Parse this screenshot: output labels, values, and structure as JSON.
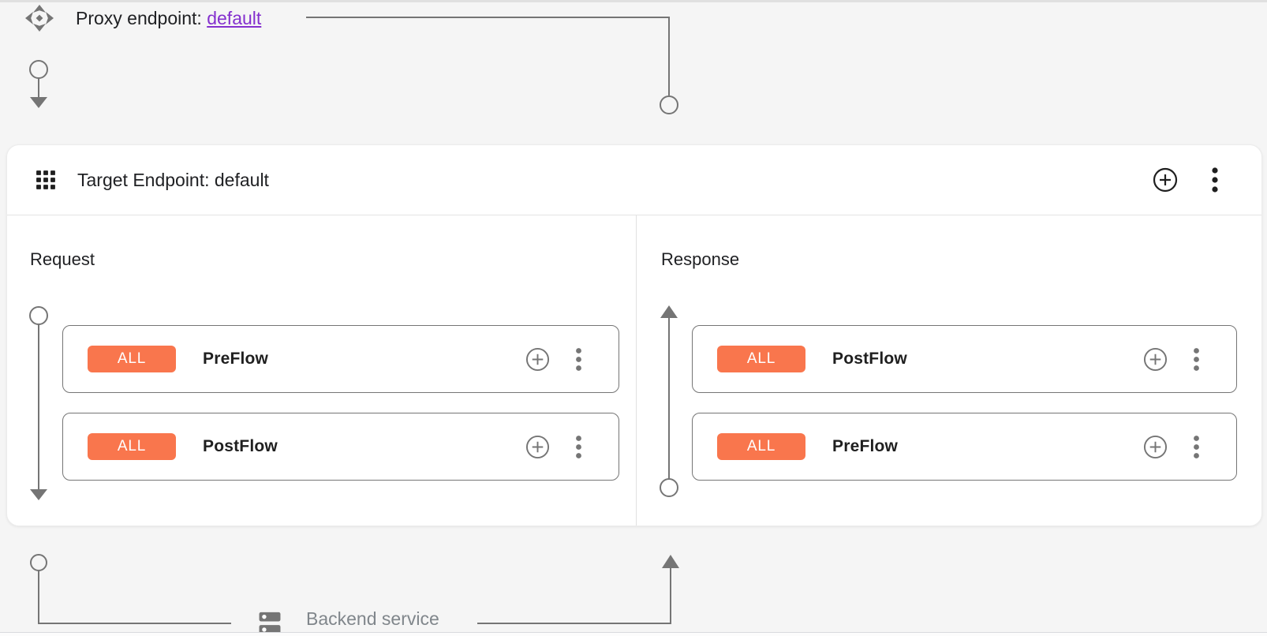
{
  "colors": {
    "background": "#F5F5F5",
    "card_background": "#FFFFFF",
    "badge_orange": "#F9764D",
    "link_purple": "#8430CE",
    "connector_gray": "#757575",
    "divider_gray": "#E0E0E0",
    "text_dark": "#202124",
    "text_muted": "#80868B"
  },
  "proxy_row": {
    "icon": "proxy-endpoint-icon",
    "label": "Proxy endpoint: ",
    "link_text": "default"
  },
  "target_card": {
    "icon": "grid-apps-icon",
    "title": "Target Endpoint: default",
    "add_action_icon": "add-circle-icon",
    "menu_action_icon": "kebab-menu-icon"
  },
  "request_panel": {
    "title": "Request",
    "flows": [
      {
        "badge": "ALL",
        "name": "PreFlow"
      },
      {
        "badge": "ALL",
        "name": "PostFlow"
      }
    ]
  },
  "response_panel": {
    "title": "Response",
    "flows": [
      {
        "badge": "ALL",
        "name": "PostFlow"
      },
      {
        "badge": "ALL",
        "name": "PreFlow"
      }
    ]
  },
  "backend_row": {
    "icon": "backend-service-icon",
    "label": "Backend service"
  }
}
